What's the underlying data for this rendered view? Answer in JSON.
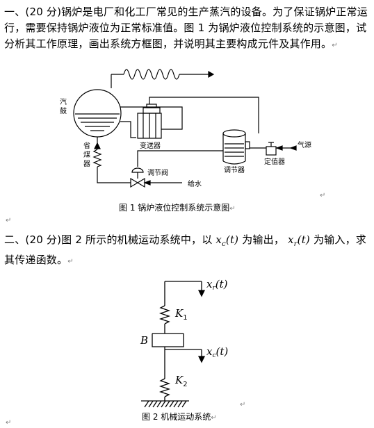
{
  "q1": {
    "text": "一、(20 分)锅炉是电厂和化工厂常见的生产蒸汽的设备。为了保证锅炉正常运行，需要保持锅炉液位为正常标准值。图 1 为锅炉液位控制系统的示意图，试分析其工作原理，画出系统方框图，并说明其主要构成元件及其作用。",
    "return_mark": "↵"
  },
  "fig1": {
    "labels": {
      "drum": [
        "汽",
        "鼓"
      ],
      "economizer": [
        "省",
        "煤",
        "器"
      ],
      "transmitter": "变送器",
      "regulator": "调节器",
      "positioner": "定值器",
      "air_source": "气源",
      "valve": "调节阀",
      "feedwater": "给水"
    },
    "caption": "图 1 锅炉液位控制系统示意图",
    "caption_mark": "↵",
    "after_mark": "↵"
  },
  "blank_mark": "↵",
  "q2": {
    "part1": "二、(20 分)图 2 所示的机械运动系统中，以 ",
    "out_var": "x",
    "out_sub": "c",
    "out_arg": "(t)",
    "part2": " 为输出， ",
    "in_var": "x",
    "in_sub": "r",
    "in_arg": "(t)",
    "part3": " 为输入，求其传递函数。",
    "return_mark": "↵"
  },
  "fig2": {
    "xr_label": {
      "var": "x",
      "sub": "r",
      "arg": "(t)"
    },
    "xc_label": {
      "var": "x",
      "sub": "c",
      "arg": "(t)"
    },
    "k1": {
      "var": "K",
      "sub": "1"
    },
    "k2": {
      "var": "K",
      "sub": "2"
    },
    "b": "B",
    "caption": "图 2 机械运动系统",
    "caption_mark": "↵",
    "top_mark": "↵",
    "end_mark": "↵"
  }
}
